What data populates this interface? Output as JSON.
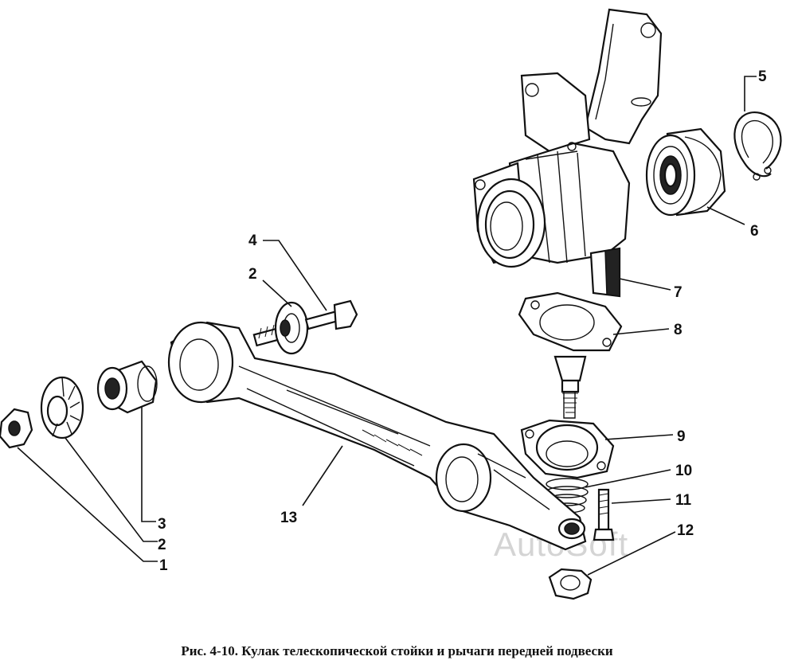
{
  "figure": {
    "caption": "Рис. 4-10. Кулак телескопической стойки и рычаги передней подвески",
    "watermark": "AutoSoft"
  },
  "callouts": {
    "c1": "1",
    "c2a": "2",
    "c2b": "2",
    "c3": "3",
    "c4": "4",
    "c5": "5",
    "c6": "6",
    "c7": "7",
    "c8": "8",
    "c9": "9",
    "c10": "10",
    "c11": "11",
    "c12": "12",
    "c13": "13"
  }
}
